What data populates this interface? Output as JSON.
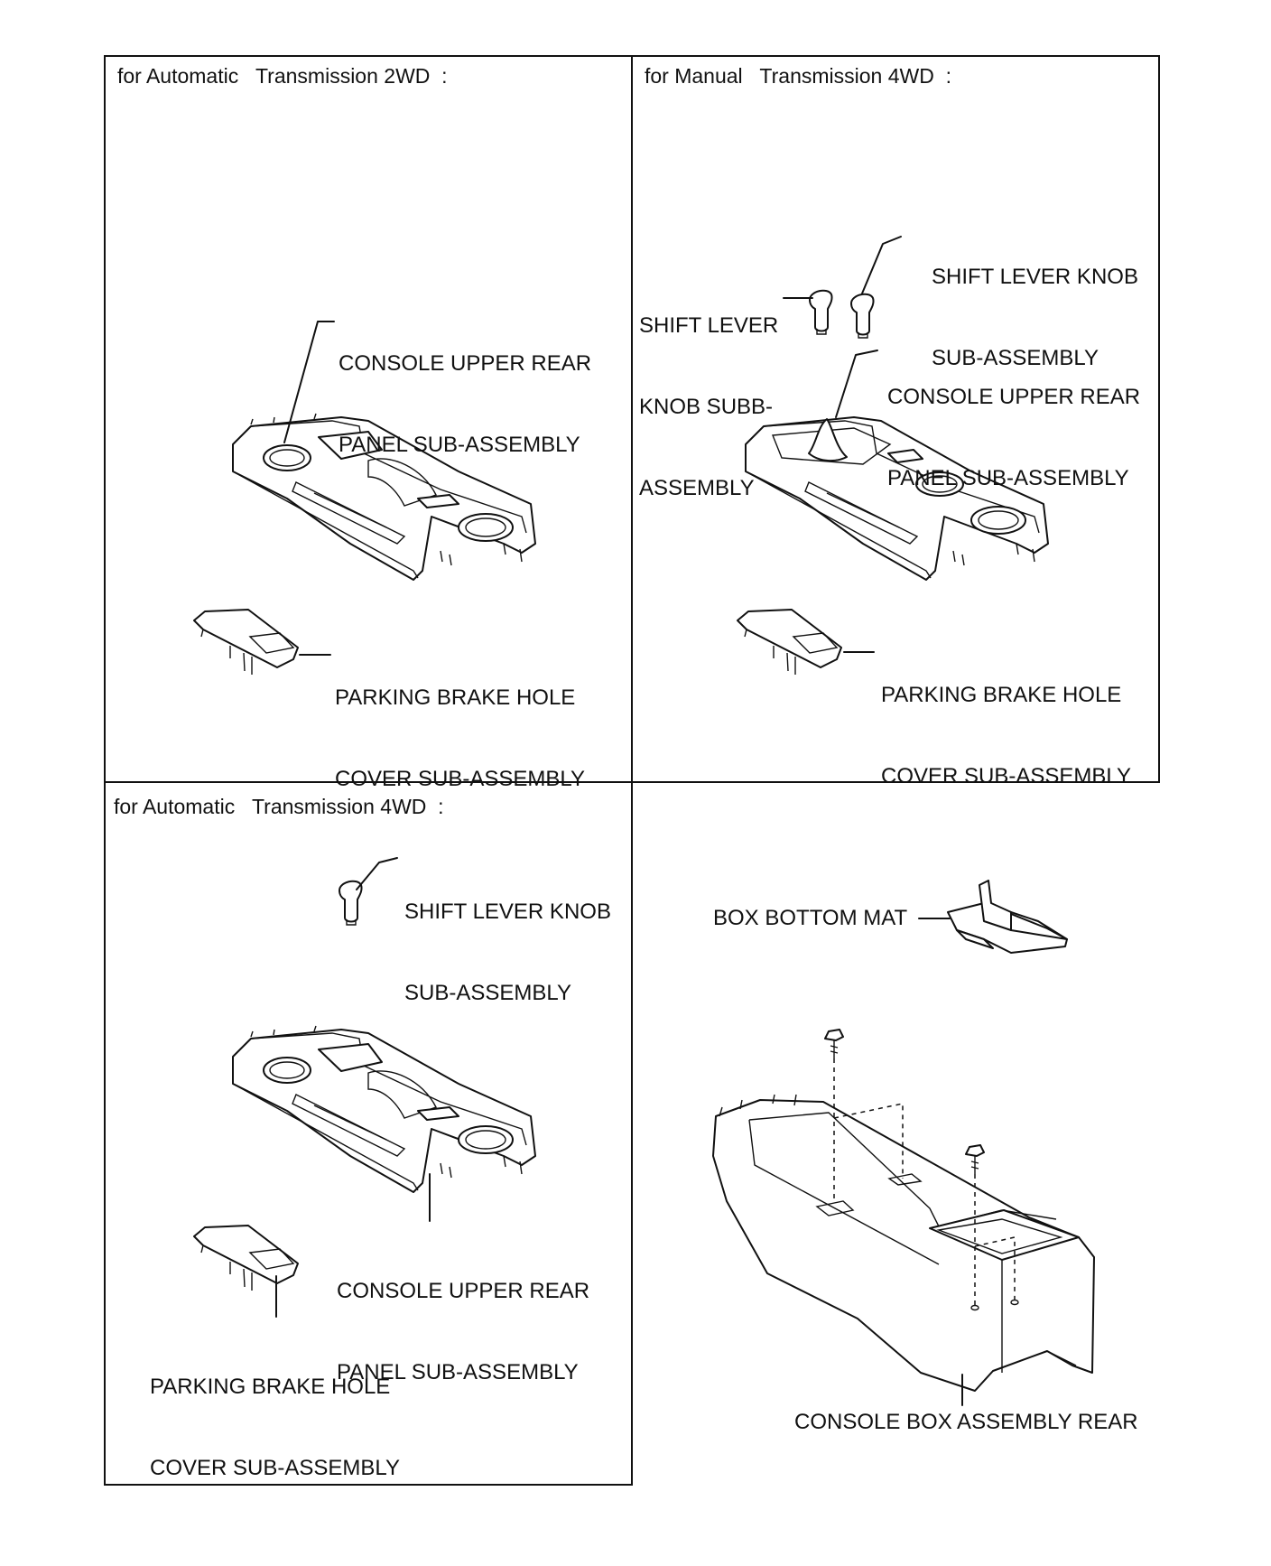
{
  "panels": {
    "at_2wd": {
      "heading": "for Automatic   Transmission 2WD  :",
      "console_label_1": "CONSOLE UPPER REAR",
      "console_label_2": "PANEL SUB-ASSEMBLY",
      "brake_label_1": "PARKING BRAKE HOLE",
      "brake_label_2": "COVER SUB-ASSEMBLY"
    },
    "mt_4wd": {
      "heading": "for Manual   Transmission 4WD  :",
      "knob_a_label_1": "SHIFT LEVER",
      "knob_a_label_2": "KNOB SUBB-",
      "knob_a_label_3": "ASSEMBLY",
      "knob_b_label_1": "SHIFT LEVER KNOB",
      "knob_b_label_2": "SUB-ASSEMBLY",
      "console_label_1": "CONSOLE UPPER REAR",
      "console_label_2": "PANEL SUB-ASSEMBLY",
      "brake_label_1": "PARKING BRAKE HOLE",
      "brake_label_2": "COVER SUB-ASSEMBLY"
    },
    "at_4wd": {
      "heading": "for Automatic   Transmission 4WD  :",
      "knob_label_1": "SHIFT LEVER KNOB",
      "knob_label_2": "SUB-ASSEMBLY",
      "console_label_1": "CONSOLE UPPER REAR",
      "console_label_2": "PANEL SUB-ASSEMBLY",
      "brake_label_1": "PARKING BRAKE HOLE",
      "brake_label_2": "COVER SUB-ASSEMBLY"
    },
    "common": {
      "mat_label": "BOX BOTTOM MAT",
      "box_label": "CONSOLE BOX ASSEMBLY REAR"
    }
  }
}
